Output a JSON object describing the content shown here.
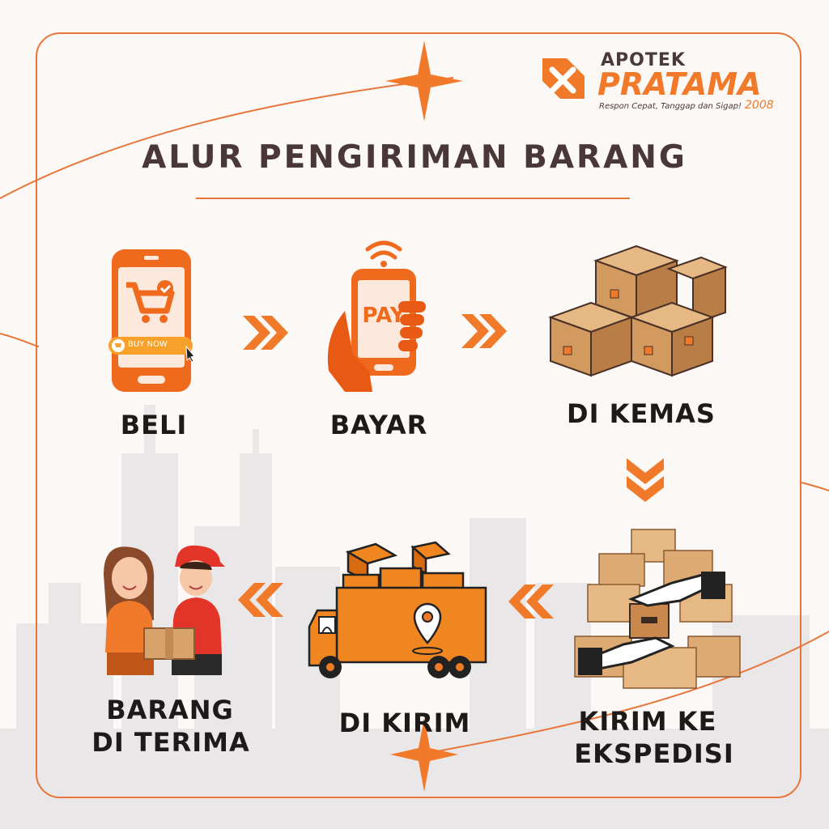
{
  "colors": {
    "accent": "#f07a2a",
    "frame": "#e8763a",
    "title": "#4a3838",
    "box": "#d7a36a"
  },
  "logo": {
    "small": "APOTEK",
    "big": "PRATAMA",
    "tagline": "Respon Cepat, Tanggap dan Sigap!",
    "year": "2008"
  },
  "title": "ALUR PENGIRIMAN BARANG",
  "steps": {
    "beli": {
      "label": "BELI",
      "badge": "BUY NOW"
    },
    "bayar": {
      "label": "BAYAR",
      "screen": "PAY"
    },
    "kemas": {
      "label": "DI KEMAS"
    },
    "ekspedisi": {
      "line1": "KIRIM KE",
      "line2": "EKSPEDISI"
    },
    "kirim": {
      "label": "DI KIRIM"
    },
    "terima": {
      "line1": "BARANG",
      "line2": "DI TERIMA"
    }
  },
  "icons": [
    "phone-cart-icon",
    "phone-pay-icon",
    "boxes-icon",
    "hands-box-icon",
    "truck-icon",
    "handover-icon",
    "chevron-icon",
    "sparkle-icon"
  ]
}
